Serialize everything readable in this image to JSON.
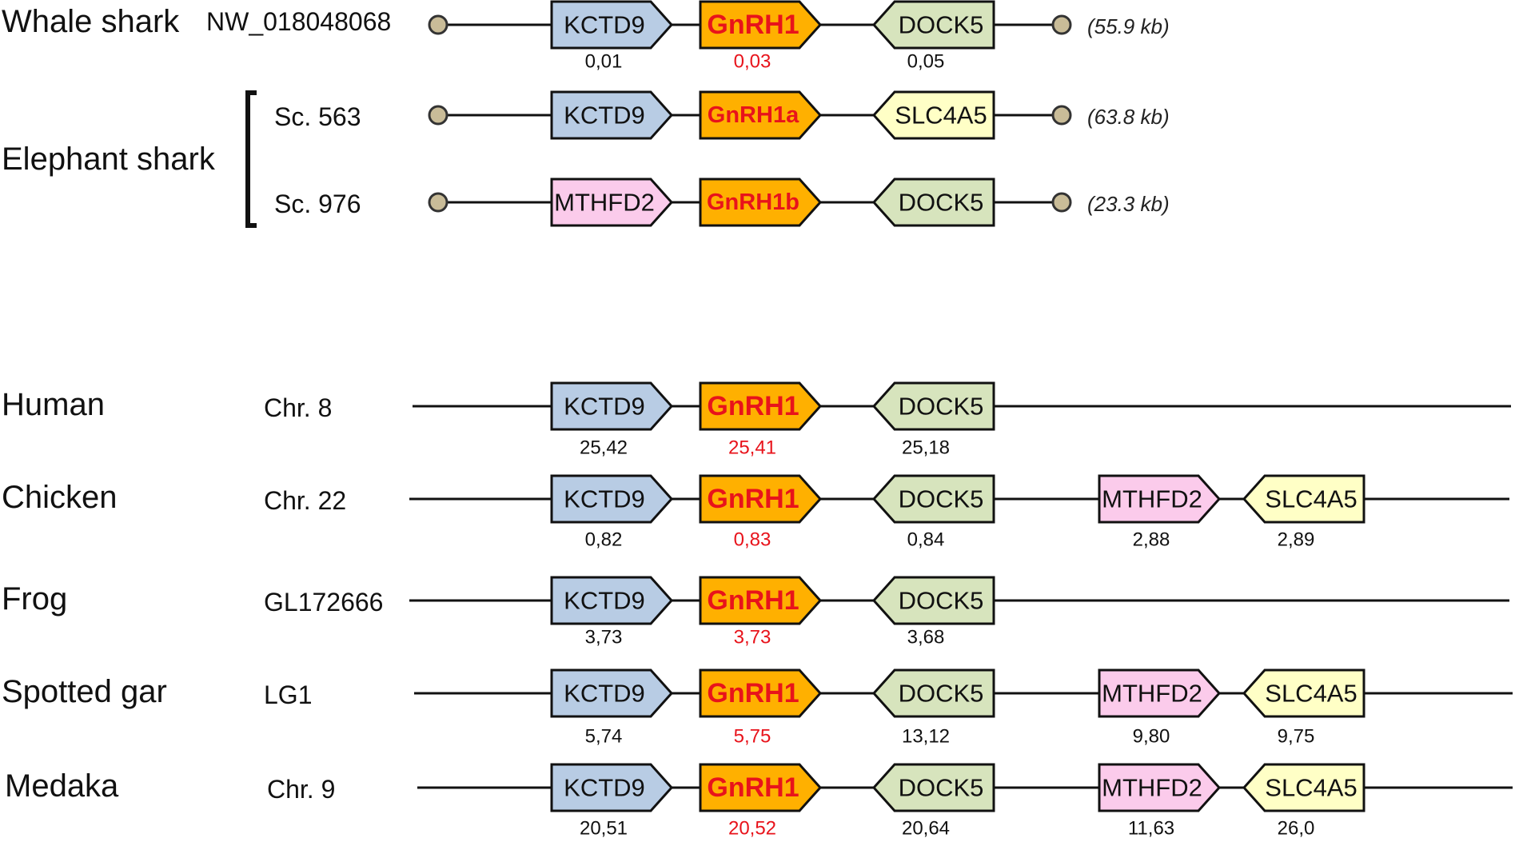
{
  "colors": {
    "KCTD9": "#b8cce4",
    "GnRH": "#ffb000",
    "DOCK5": "#d7e4bd",
    "MTHFD2": "#fbcbeb",
    "SLC4A5": "#ffffc6",
    "terminal": "#c9bc98",
    "highlight_text": "#e8131b"
  },
  "groups": [
    {
      "species": "Whale shark",
      "scaffold": "NW_018048068",
      "size": "(55.9 kb)",
      "genes": [
        {
          "name": "KCTD9",
          "dir": "right",
          "pos": "0,01"
        },
        {
          "name": "GnRH1",
          "dir": "right",
          "pos": "0,03",
          "focus": true
        },
        {
          "name": "DOCK5",
          "dir": "left",
          "pos": "0,05"
        }
      ]
    },
    {
      "species": "Elephant shark",
      "scaffolds": [
        {
          "scaffold": "Sc. 563",
          "size": "(63.8 kb)",
          "genes": [
            {
              "name": "KCTD9",
              "dir": "right"
            },
            {
              "name": "GnRH1a",
              "dir": "right",
              "focus": true
            },
            {
              "name": "SLC4A5",
              "dir": "left"
            }
          ]
        },
        {
          "scaffold": "Sc. 976",
          "size": "(23.3 kb)",
          "genes": [
            {
              "name": "MTHFD2",
              "dir": "right"
            },
            {
              "name": "GnRH1b",
              "dir": "right",
              "focus": true
            },
            {
              "name": "DOCK5",
              "dir": "left"
            }
          ]
        }
      ]
    },
    {
      "species": "Human",
      "scaffold": "Chr. 8",
      "genes": [
        {
          "name": "KCTD9",
          "dir": "right",
          "pos": "25,42"
        },
        {
          "name": "GnRH1",
          "dir": "right",
          "pos": "25,41",
          "focus": true
        },
        {
          "name": "DOCK5",
          "dir": "left",
          "pos": "25,18"
        }
      ]
    },
    {
      "species": "Chicken",
      "scaffold": "Chr. 22",
      "genes": [
        {
          "name": "KCTD9",
          "dir": "right",
          "pos": "0,82"
        },
        {
          "name": "GnRH1",
          "dir": "right",
          "pos": "0,83",
          "focus": true
        },
        {
          "name": "DOCK5",
          "dir": "left",
          "pos": "0,84"
        },
        {
          "name": "MTHFD2",
          "dir": "right",
          "pos": "2,88"
        },
        {
          "name": "SLC4A5",
          "dir": "left",
          "pos": "2,89"
        }
      ]
    },
    {
      "species": "Frog",
      "scaffold": "GL172666",
      "genes": [
        {
          "name": "KCTD9",
          "dir": "right",
          "pos": "3,73"
        },
        {
          "name": "GnRH1",
          "dir": "right",
          "pos": "3,73",
          "focus": true
        },
        {
          "name": "DOCK5",
          "dir": "left",
          "pos": "3,68"
        }
      ]
    },
    {
      "species": "Spotted gar",
      "scaffold": "LG1",
      "genes": [
        {
          "name": "KCTD9",
          "dir": "right",
          "pos": "5,74"
        },
        {
          "name": "GnRH1",
          "dir": "right",
          "pos": "5,75",
          "focus": true
        },
        {
          "name": "DOCK5",
          "dir": "left",
          "pos": "13,12"
        },
        {
          "name": "MTHFD2",
          "dir": "right",
          "pos": "9,80"
        },
        {
          "name": "SLC4A5",
          "dir": "left",
          "pos": "9,75"
        }
      ]
    },
    {
      "species": "Medaka",
      "scaffold": "Chr. 9",
      "genes": [
        {
          "name": "KCTD9",
          "dir": "right",
          "pos": "20,51"
        },
        {
          "name": "GnRH1",
          "dir": "right",
          "pos": "20,52",
          "focus": true
        },
        {
          "name": "DOCK5",
          "dir": "left",
          "pos": "20,64"
        },
        {
          "name": "MTHFD2",
          "dir": "right",
          "pos": "11,63"
        },
        {
          "name": "SLC4A5",
          "dir": "left",
          "pos": "26,0"
        }
      ]
    }
  ]
}
